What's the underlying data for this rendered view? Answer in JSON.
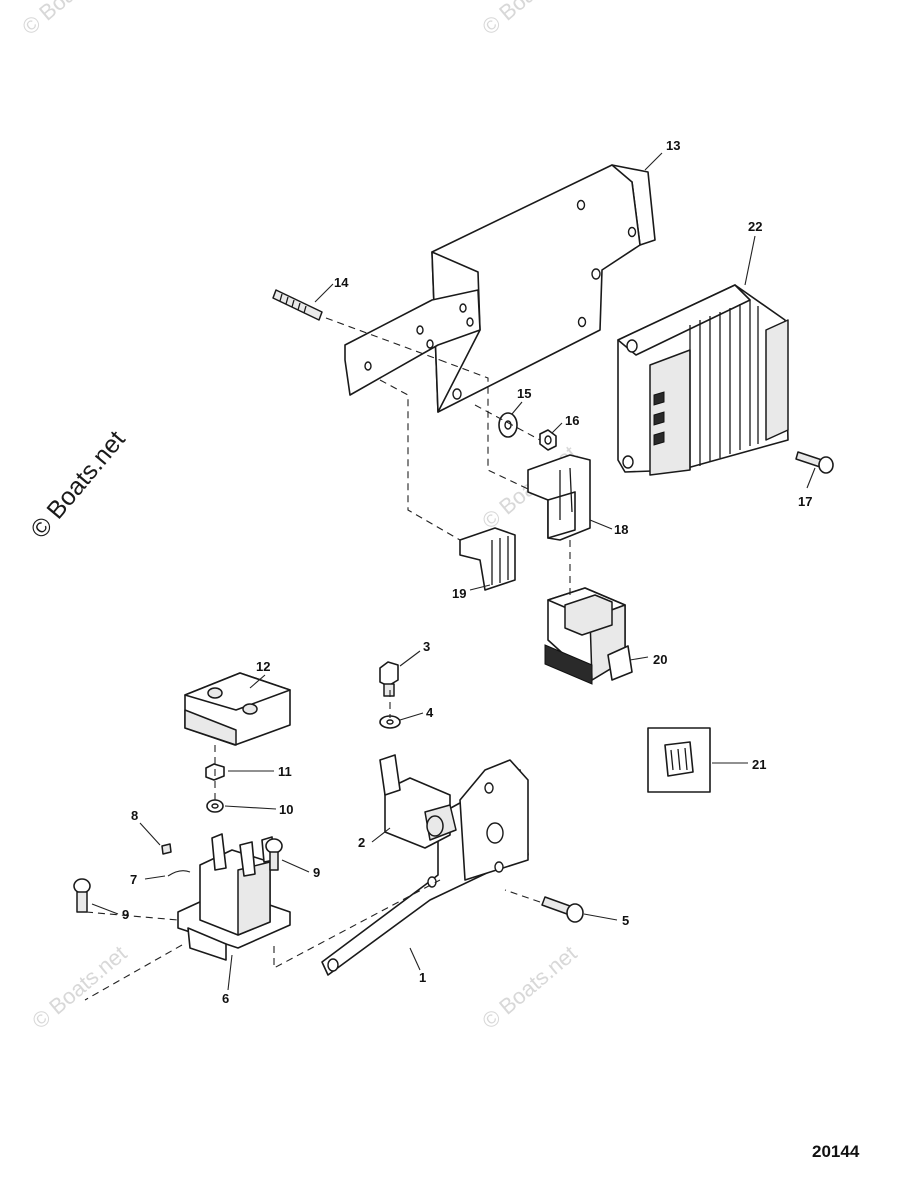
{
  "watermark": {
    "main": "© Boats.net",
    "faint": "© Boats.net"
  },
  "figure_number": "20144",
  "callouts": {
    "c1": "1",
    "c2": "2",
    "c3": "3",
    "c4": "4",
    "c5": "5",
    "c6": "6",
    "c7": "7",
    "c8": "8",
    "c9a": "9",
    "c9b": "9",
    "c10": "10",
    "c11": "11",
    "c12": "12",
    "c13": "13",
    "c14": "14",
    "c15": "15",
    "c16": "16",
    "c17": "17",
    "c18": "18",
    "c19": "19",
    "c20": "20",
    "c21": "21",
    "c22": "22"
  }
}
